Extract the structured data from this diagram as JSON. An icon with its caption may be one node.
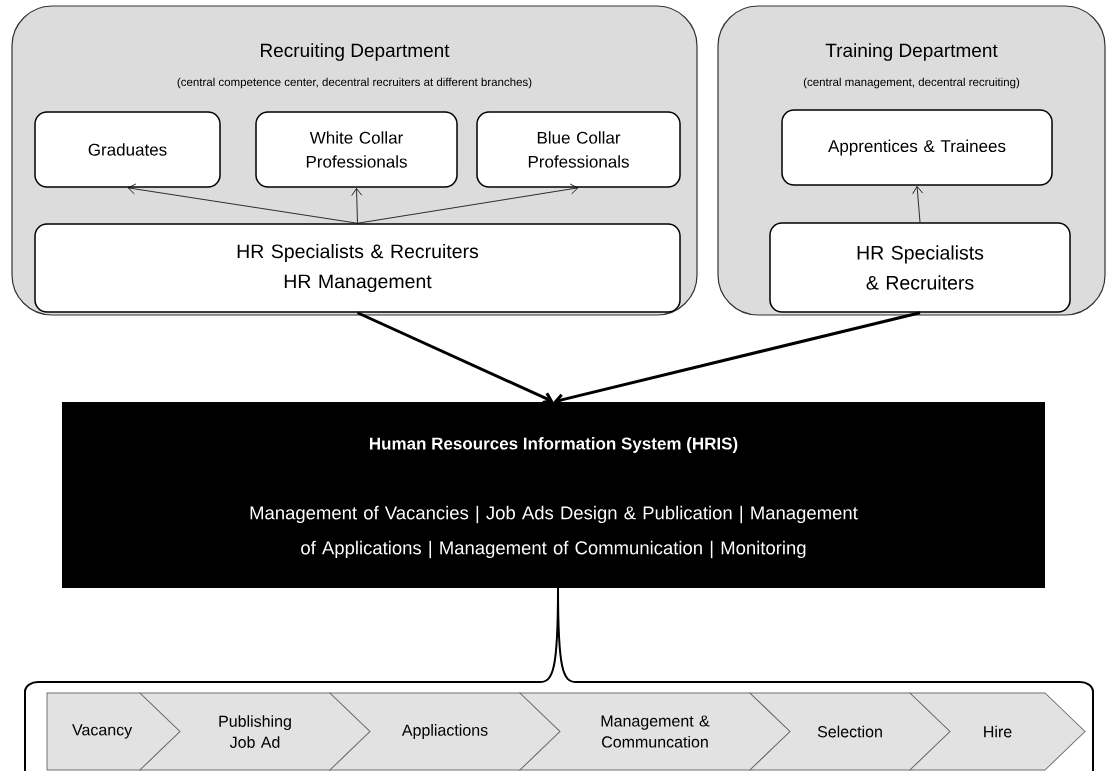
{
  "diagram": {
    "nodes": [
      {
        "text": [
          "Recruiting Department",
          "(central competence center, decentral recruiters at different branches)"
        ]
      },
      {
        "text": [
          "Graduates"
        ],
        "in": 0
      },
      {
        "text": [
          "White Collar Professionals"
        ],
        "in": 0
      },
      {
        "text": [
          "Blue Collar Professionals"
        ],
        "in": 0
      },
      {
        "text": [
          "HR Specialists & Recruiters",
          "HR Management"
        ],
        "in": 0
      },
      {
        "text": [
          "Training Department",
          "(central management, decentral recruiting)"
        ]
      },
      {
        "text": [
          "Apprentices & Trainees"
        ],
        "in": 5
      },
      {
        "text": [
          "HR Specialists & Recruiters"
        ],
        "in": 5
      },
      {
        "text": [
          "Human Resources Information System (HRIS)",
          "Management of Vacancies | Job Ads Design & Publication | Management of Applications | Management of Communication  | Monitoring"
        ]
      },
      {
        "text": [
          "Vacancy"
        ]
      },
      {
        "text": [
          "Publishing Job Ad"
        ]
      },
      {
        "text": [
          "Appliactions"
        ]
      },
      {
        "text": [
          "Management & Communcation"
        ]
      },
      {
        "text": [
          "Selection"
        ]
      },
      {
        "text": [
          "Hire"
        ]
      }
    ],
    "edges": [
      {
        "from": 4,
        "to": 1,
        "arrow": "to"
      },
      {
        "from": 4,
        "to": 2,
        "arrow": "to"
      },
      {
        "from": 4,
        "to": 3,
        "arrow": "to"
      },
      {
        "from": 7,
        "to": 6,
        "arrow": "to"
      },
      {
        "from": 4,
        "to": 8,
        "arrow": "to",
        "style": "thick"
      },
      {
        "from": 7,
        "to": 8,
        "arrow": "to",
        "style": "thick"
      }
    ]
  }
}
